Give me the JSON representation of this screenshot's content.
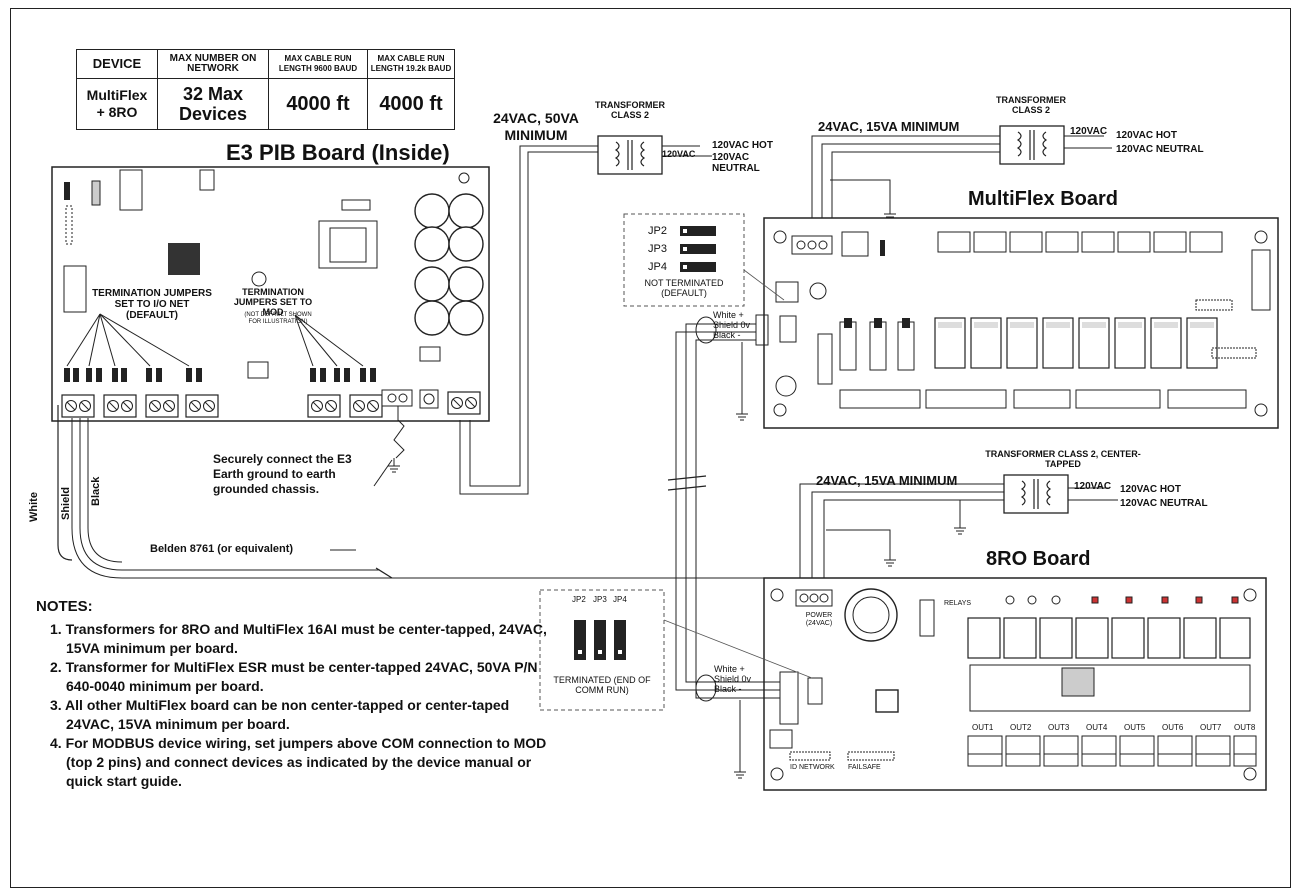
{
  "device_table": {
    "headers": [
      "DEVICE",
      "MAX NUMBER ON NETWORK",
      "MAX CABLE RUN LENGTH 9600 BAUD",
      "MAX CABLE RUN LENGTH 19.2k BAUD"
    ],
    "row": [
      "MultiFlex + 8RO",
      "32 Max Devices",
      "4000 ft",
      "4000 ft"
    ]
  },
  "e3_board": {
    "title": "E3 PIB Board (Inside)",
    "term_io_net": "TERMINATION JUMPERS SET TO I/O NET (DEFAULT)",
    "term_mod": "TERMINATION JUMPERS SET TO MOD",
    "term_mod_note": "(NOT DEFAULT SHOWN FOR ILLUSTRATION)",
    "earth_note": "Securely connect the E3 Earth ground to earth grounded chassis."
  },
  "transformer1": {
    "label": "TRANSFORMER CLASS 2",
    "secondary": "24VAC, 50VA MINIMUM",
    "primary": "120VAC",
    "hot": "120VAC HOT",
    "neutral": "120VAC NEUTRAL"
  },
  "transformer2": {
    "label": "TRANSFORMER CLASS 2",
    "secondary": "24VAC, 15VA MINIMUM",
    "primary": "120VAC",
    "hot": "120VAC HOT",
    "neutral": "120VAC NEUTRAL"
  },
  "transformer3": {
    "label": "TRANSFORMER CLASS 2, CENTER-TAPPED",
    "secondary": "24VAC, 15VA MINIMUM",
    "primary": "120VAC",
    "hot": "120VAC HOT",
    "neutral": "120VAC NEUTRAL"
  },
  "multiflex": {
    "title": "MultiFlex Board",
    "jumpers": [
      "JP2",
      "JP3",
      "JP4"
    ],
    "jumper_note": "NOT TERMINATED (DEFAULT)"
  },
  "ro_board": {
    "title": "8RO Board",
    "jumpers": [
      "JP2",
      "JP3",
      "JP4"
    ],
    "jumper_note": "TERMINATED (END OF COMM RUN)",
    "power": "POWER (24VAC)",
    "relays": "RELAYS",
    "network": "ID NETWORK",
    "failsafe": "FAILSAFE",
    "outputs": [
      "OUT1",
      "OUT2",
      "OUT3",
      "OUT4",
      "OUT5",
      "OUT6",
      "OUT7",
      "OUT8"
    ]
  },
  "wiring": {
    "white": "White +",
    "shield": "Shield 0v",
    "black": "Black -",
    "cable_v": [
      "White",
      "Shield",
      "Black"
    ],
    "cable": "Belden 8761 (or equivalent)"
  },
  "notes": {
    "title": "NOTES:",
    "items": [
      "1. Transformers for 8RO and MultiFlex 16AI must be center-tapped, 24VAC, 15VA minimum per board.",
      "2. Transformer for MultiFlex ESR must be center-tapped 24VAC, 50VA P/N 640-0040 minimum per board.",
      "3. All other MultiFlex board can be non center-tapped or center-taped 24VAC, 15VA minimum per board.",
      "4. For MODBUS device wiring, set jumpers above COM connection to MOD (top 2 pins) and connect devices as indicated by the device manual or quick start guide."
    ]
  }
}
